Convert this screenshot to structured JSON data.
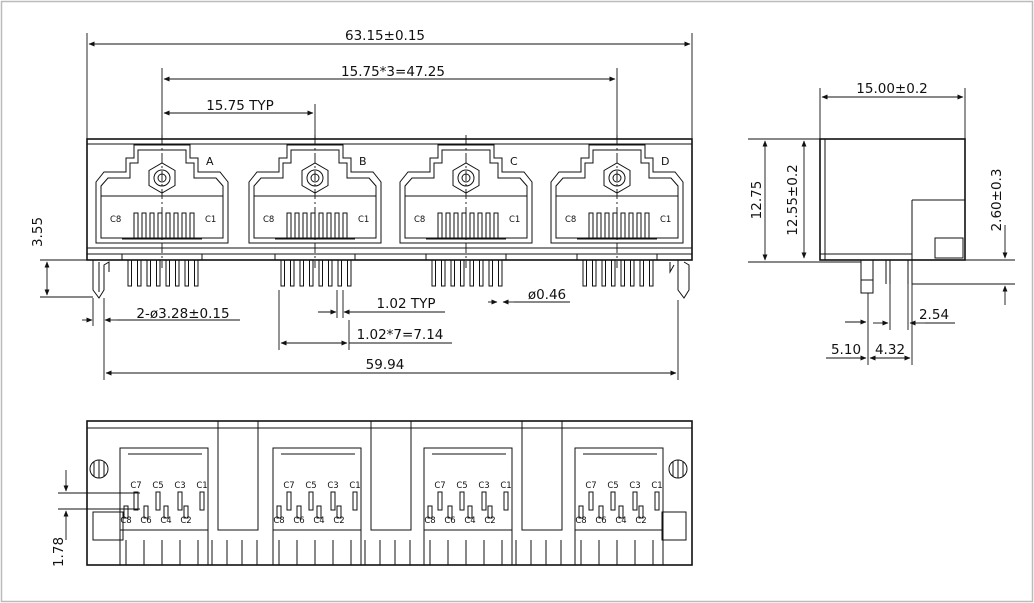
{
  "dims": {
    "overall_width": "63.15±0.15",
    "port_span": "15.75*3=47.25",
    "port_pitch": "15.75  TYP",
    "post_hole": "2-ø3.28±0.15",
    "pin_pitch": "1.02  TYP",
    "pin_diameter": "ø0.46",
    "pin_span": "1.02*7=7.14",
    "post_span": "59.94",
    "left_height": "3.55",
    "side_depth": "15.00±0.2",
    "side_height": "12.75",
    "body_height": "12.55±0.2",
    "led_height": "2.60±0.3",
    "side_pin_pitch": "2.54",
    "side_offset_a": "5.10",
    "side_offset_b": "4.32",
    "bottom_offset": "1.78"
  },
  "ports": [
    {
      "letter": "A",
      "c8": "C8",
      "c1": "C1"
    },
    {
      "letter": "B",
      "c8": "C8",
      "c1": "C1"
    },
    {
      "letter": "C",
      "c8": "C8",
      "c1": "C1"
    },
    {
      "letter": "D",
      "c8": "C8",
      "c1": "C1"
    }
  ],
  "bottom_pins": {
    "top_row": [
      "C7",
      "C5",
      "C3",
      "C1"
    ],
    "bottom_row": [
      "C8",
      "C6",
      "C4",
      "C2"
    ]
  }
}
